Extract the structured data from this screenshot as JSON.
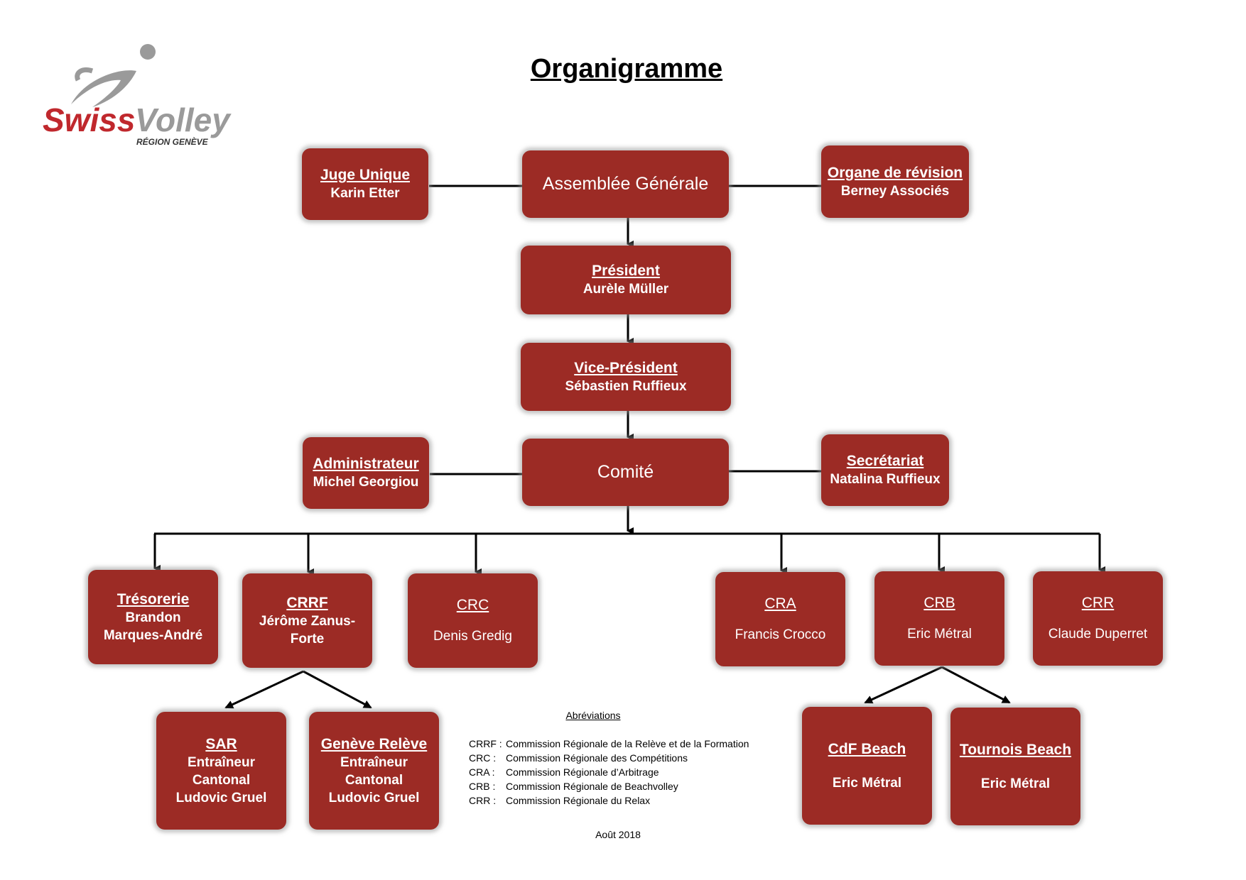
{
  "title": "Organigramme",
  "logo": {
    "brand_a": "Swiss",
    "brand_b": "Volley",
    "region": "RÉGION GENÈVE"
  },
  "colors": {
    "box": "#9c2b25",
    "logo_red": "#c0282d",
    "logo_gray": "#9a9a9a"
  },
  "boxes": {
    "assemblee": {
      "label": "Assemblée Générale"
    },
    "juge": {
      "title": "Juge Unique",
      "name": "Karin Etter"
    },
    "organe": {
      "title": "Organe de révision",
      "name": "Berney Associés"
    },
    "president": {
      "title": "Président",
      "name": "Aurèle Müller"
    },
    "vice": {
      "title": "Vice-Président",
      "name": "Sébastien Ruffieux"
    },
    "comite": {
      "label": "Comité"
    },
    "admin": {
      "title": "Administrateur",
      "name": "Michel Georgiou"
    },
    "secretariat": {
      "title": "Secrétariat",
      "name": "Natalina Ruffieux"
    },
    "tresorerie": {
      "title": "Trésorerie",
      "name": "Brandon\nMarques-André"
    },
    "crrf": {
      "title": "CRRF",
      "name": "Jérôme Zanus-\nForte"
    },
    "crc": {
      "title": "CRC",
      "name": "Denis Gredig"
    },
    "cra": {
      "title": "CRA",
      "name": "Francis Crocco"
    },
    "crb": {
      "title": "CRB",
      "name": "Eric Métral"
    },
    "crr": {
      "title": "CRR",
      "name": "Claude Duperret"
    },
    "sar": {
      "title": "SAR",
      "name": "Entraîneur\nCantonal\nLudovic Gruel"
    },
    "releve": {
      "title": "Genève Relève",
      "name": "Entraîneur\nCantonal\nLudovic Gruel"
    },
    "cdf": {
      "title": "CdF Beach",
      "name": "Eric Métral"
    },
    "tournois": {
      "title": "Tournois Beach",
      "name": "Eric Métral"
    }
  },
  "abbreviations": {
    "heading": "Abréviations",
    "items": [
      {
        "key": "CRRF :",
        "value": "Commission Régionale de la Relève et de la Formation"
      },
      {
        "key": "CRC :",
        "value": "Commission Régionale des Compétitions"
      },
      {
        "key": "CRA :",
        "value": "Commission Régionale d’Arbitrage"
      },
      {
        "key": "CRB :",
        "value": "Commission Régionale de Beachvolley"
      },
      {
        "key": "CRR :",
        "value": "Commission Régionale du Relax"
      }
    ]
  },
  "date": "Août 2018"
}
